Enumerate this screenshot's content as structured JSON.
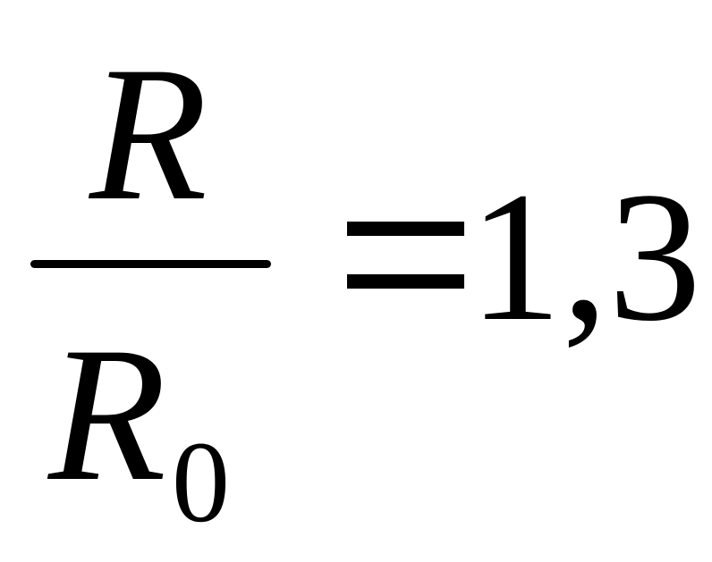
{
  "formula": {
    "numerator": "R",
    "denominator_base": "R",
    "denominator_subscript": "0",
    "equals": "=",
    "value": "1,3"
  }
}
